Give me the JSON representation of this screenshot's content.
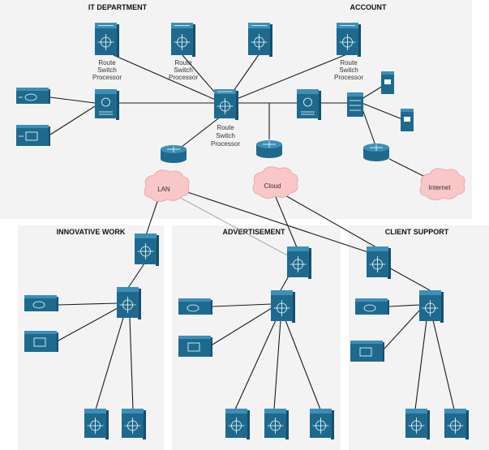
{
  "zones": [
    {
      "id": "it",
      "title": "IT DEPARTMENT"
    },
    {
      "id": "account",
      "title": "ACCOUNT"
    },
    {
      "id": "innovative",
      "title": "INNOVATIVE WORK"
    },
    {
      "id": "advertisement",
      "title": "ADVERTISEMENT"
    },
    {
      "id": "client",
      "title": "CLIENT SUPPORT"
    }
  ],
  "labels": {
    "rsp1": "Route Switch Processor",
    "rsp2": "Route Switch Processor",
    "rsp_center": "Route Switch Processor",
    "rsp_account": "Route Switch Processor"
  },
  "clouds": {
    "lan": "LAN",
    "cloud": "Cloud",
    "internet": "Internet"
  },
  "colors": {
    "device": "#1e6a8e",
    "device_light": "#3c8fb6",
    "cloud_fill": "#f9c7c7",
    "zone_bg": "#f3f3f3"
  }
}
